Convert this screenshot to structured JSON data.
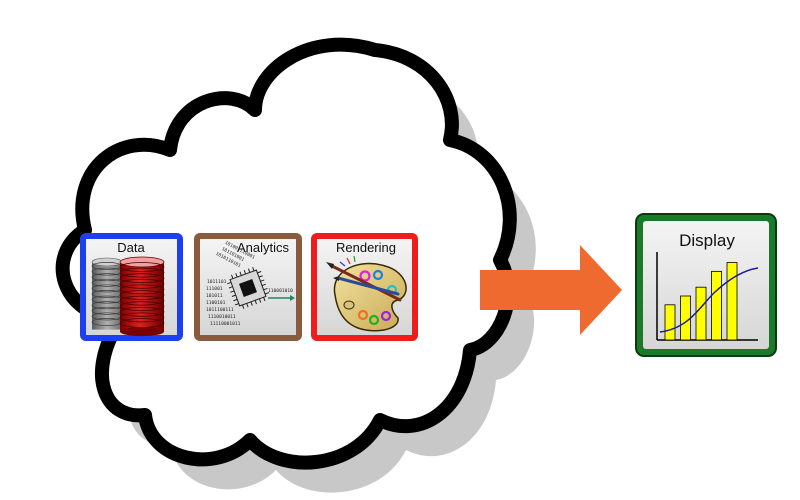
{
  "tiles": {
    "data": {
      "label": "Data",
      "border_color": "#1e3ff0"
    },
    "analytics": {
      "label": "Analytics",
      "border_color": "#8a5a3c"
    },
    "rendering": {
      "label": "Rendering",
      "border_color": "#ee1c1c"
    },
    "display": {
      "label": "Display",
      "border_color": "#1a7a2a"
    }
  },
  "analytics_bits": {
    "row_1": "101001110001",
    "row_2": "101101001",
    "row_3": "1010110101",
    "row_4": "1011101",
    "row_5": "111001",
    "row_6": "101011",
    "row_7": "1100101",
    "row_8": "1011100111",
    "row_9": "1110010011",
    "row_10": "11110001011",
    "output": "110001010"
  },
  "display_chart": {
    "type": "bar",
    "values": [
      0.4,
      0.5,
      0.6,
      0.78,
      0.88
    ],
    "bar_color": "#ffff00",
    "curve_color": "#1a1aa0"
  },
  "colors": {
    "arrow": "#ee6a2e",
    "cloud_outline": "#000000",
    "cloud_shadow": "#c8c8c8"
  },
  "icons": {
    "data": "database-stack-icon",
    "analytics": "microchip-icon",
    "rendering": "paint-palette-icon",
    "flow": "right-arrow-icon"
  }
}
